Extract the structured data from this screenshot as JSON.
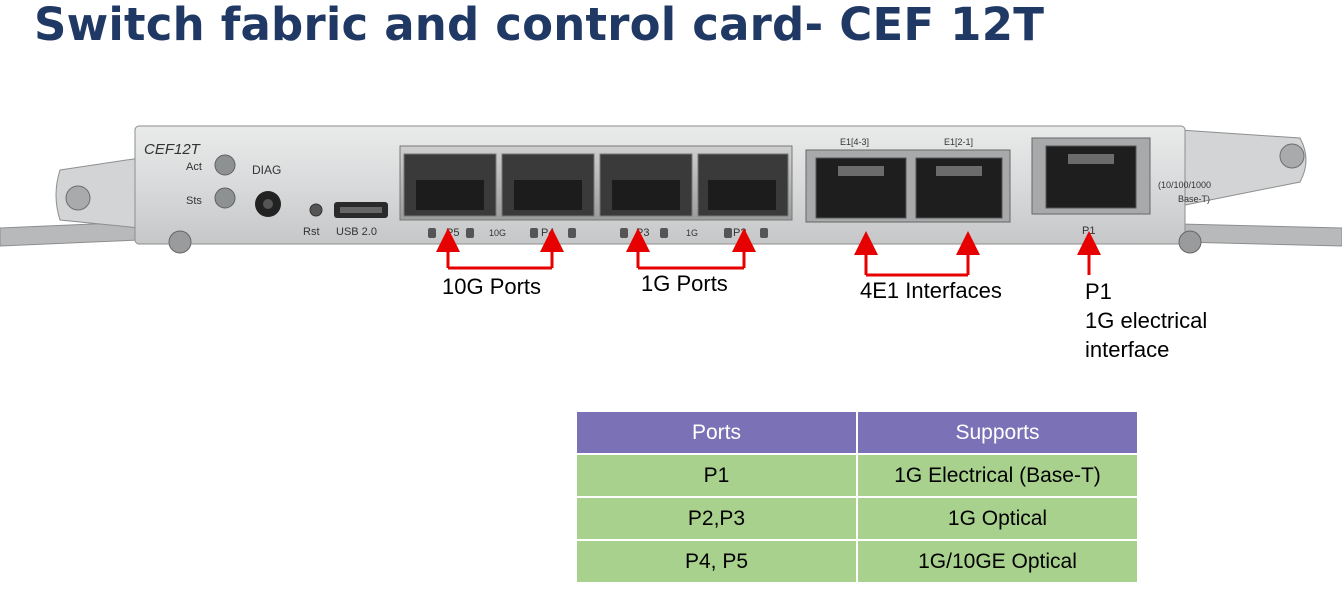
{
  "title": "Switch fabric and control card- CEF 12T",
  "panel": {
    "model": "CEF12T",
    "led_act": "Act",
    "led_sts": "Sts",
    "diag": "DIAG",
    "rst": "Rst",
    "usb": "USB 2.0",
    "p5": "P5",
    "speed_10g": "10G",
    "p4": "P4",
    "p3": "P3",
    "speed_1g": "1G",
    "p2": "P2",
    "e1_left": "E1[4-3]",
    "e1_right": "E1[2-1]",
    "p1": "P1",
    "rj45_spec_1": "(10/100/1000",
    "rj45_spec_2": "Base-T)"
  },
  "callouts": {
    "ports_10g": "10G Ports",
    "ports_1g": "1G Ports",
    "e1": "4E1 Interfaces",
    "p1_line1": "P1",
    "p1_line2": "1G electrical",
    "p1_line3": "interface"
  },
  "colors": {
    "title": "#1f3864",
    "arrow": "#e60000",
    "table_header": "#7b71b6",
    "table_row": "#a9d18e"
  },
  "table": {
    "headers": [
      "Ports",
      "Supports"
    ],
    "rows": [
      [
        "P1",
        "1G Electrical (Base-T)"
      ],
      [
        "P2,P3",
        "1G Optical"
      ],
      [
        "P4, P5",
        "1G/10GE Optical"
      ]
    ]
  }
}
